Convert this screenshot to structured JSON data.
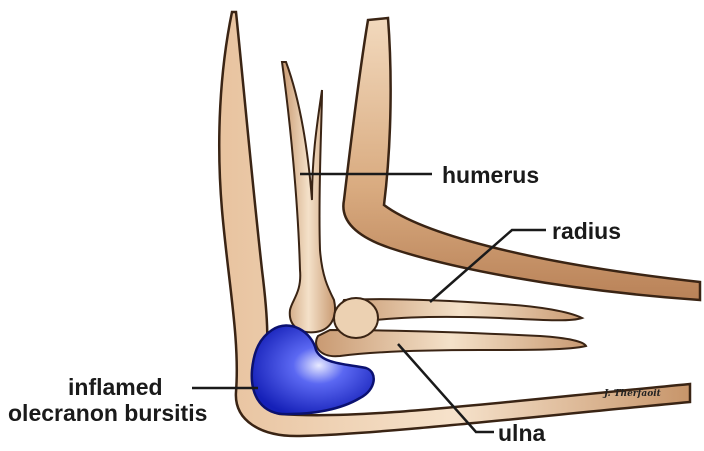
{
  "labels": {
    "humerus": "humerus",
    "radius": "radius",
    "inflamed": "inflamed",
    "olecranon": "olecranon bursitis",
    "ulna": "ulna"
  },
  "signature": "J. Therfaoit",
  "colors": {
    "skin": "#d4a57c",
    "skin_light": "#f3dcc2",
    "bone": "#e9ccab",
    "outline": "#3a2414",
    "bursa": "#1f2ee0",
    "leader": "#1a1a1a"
  }
}
